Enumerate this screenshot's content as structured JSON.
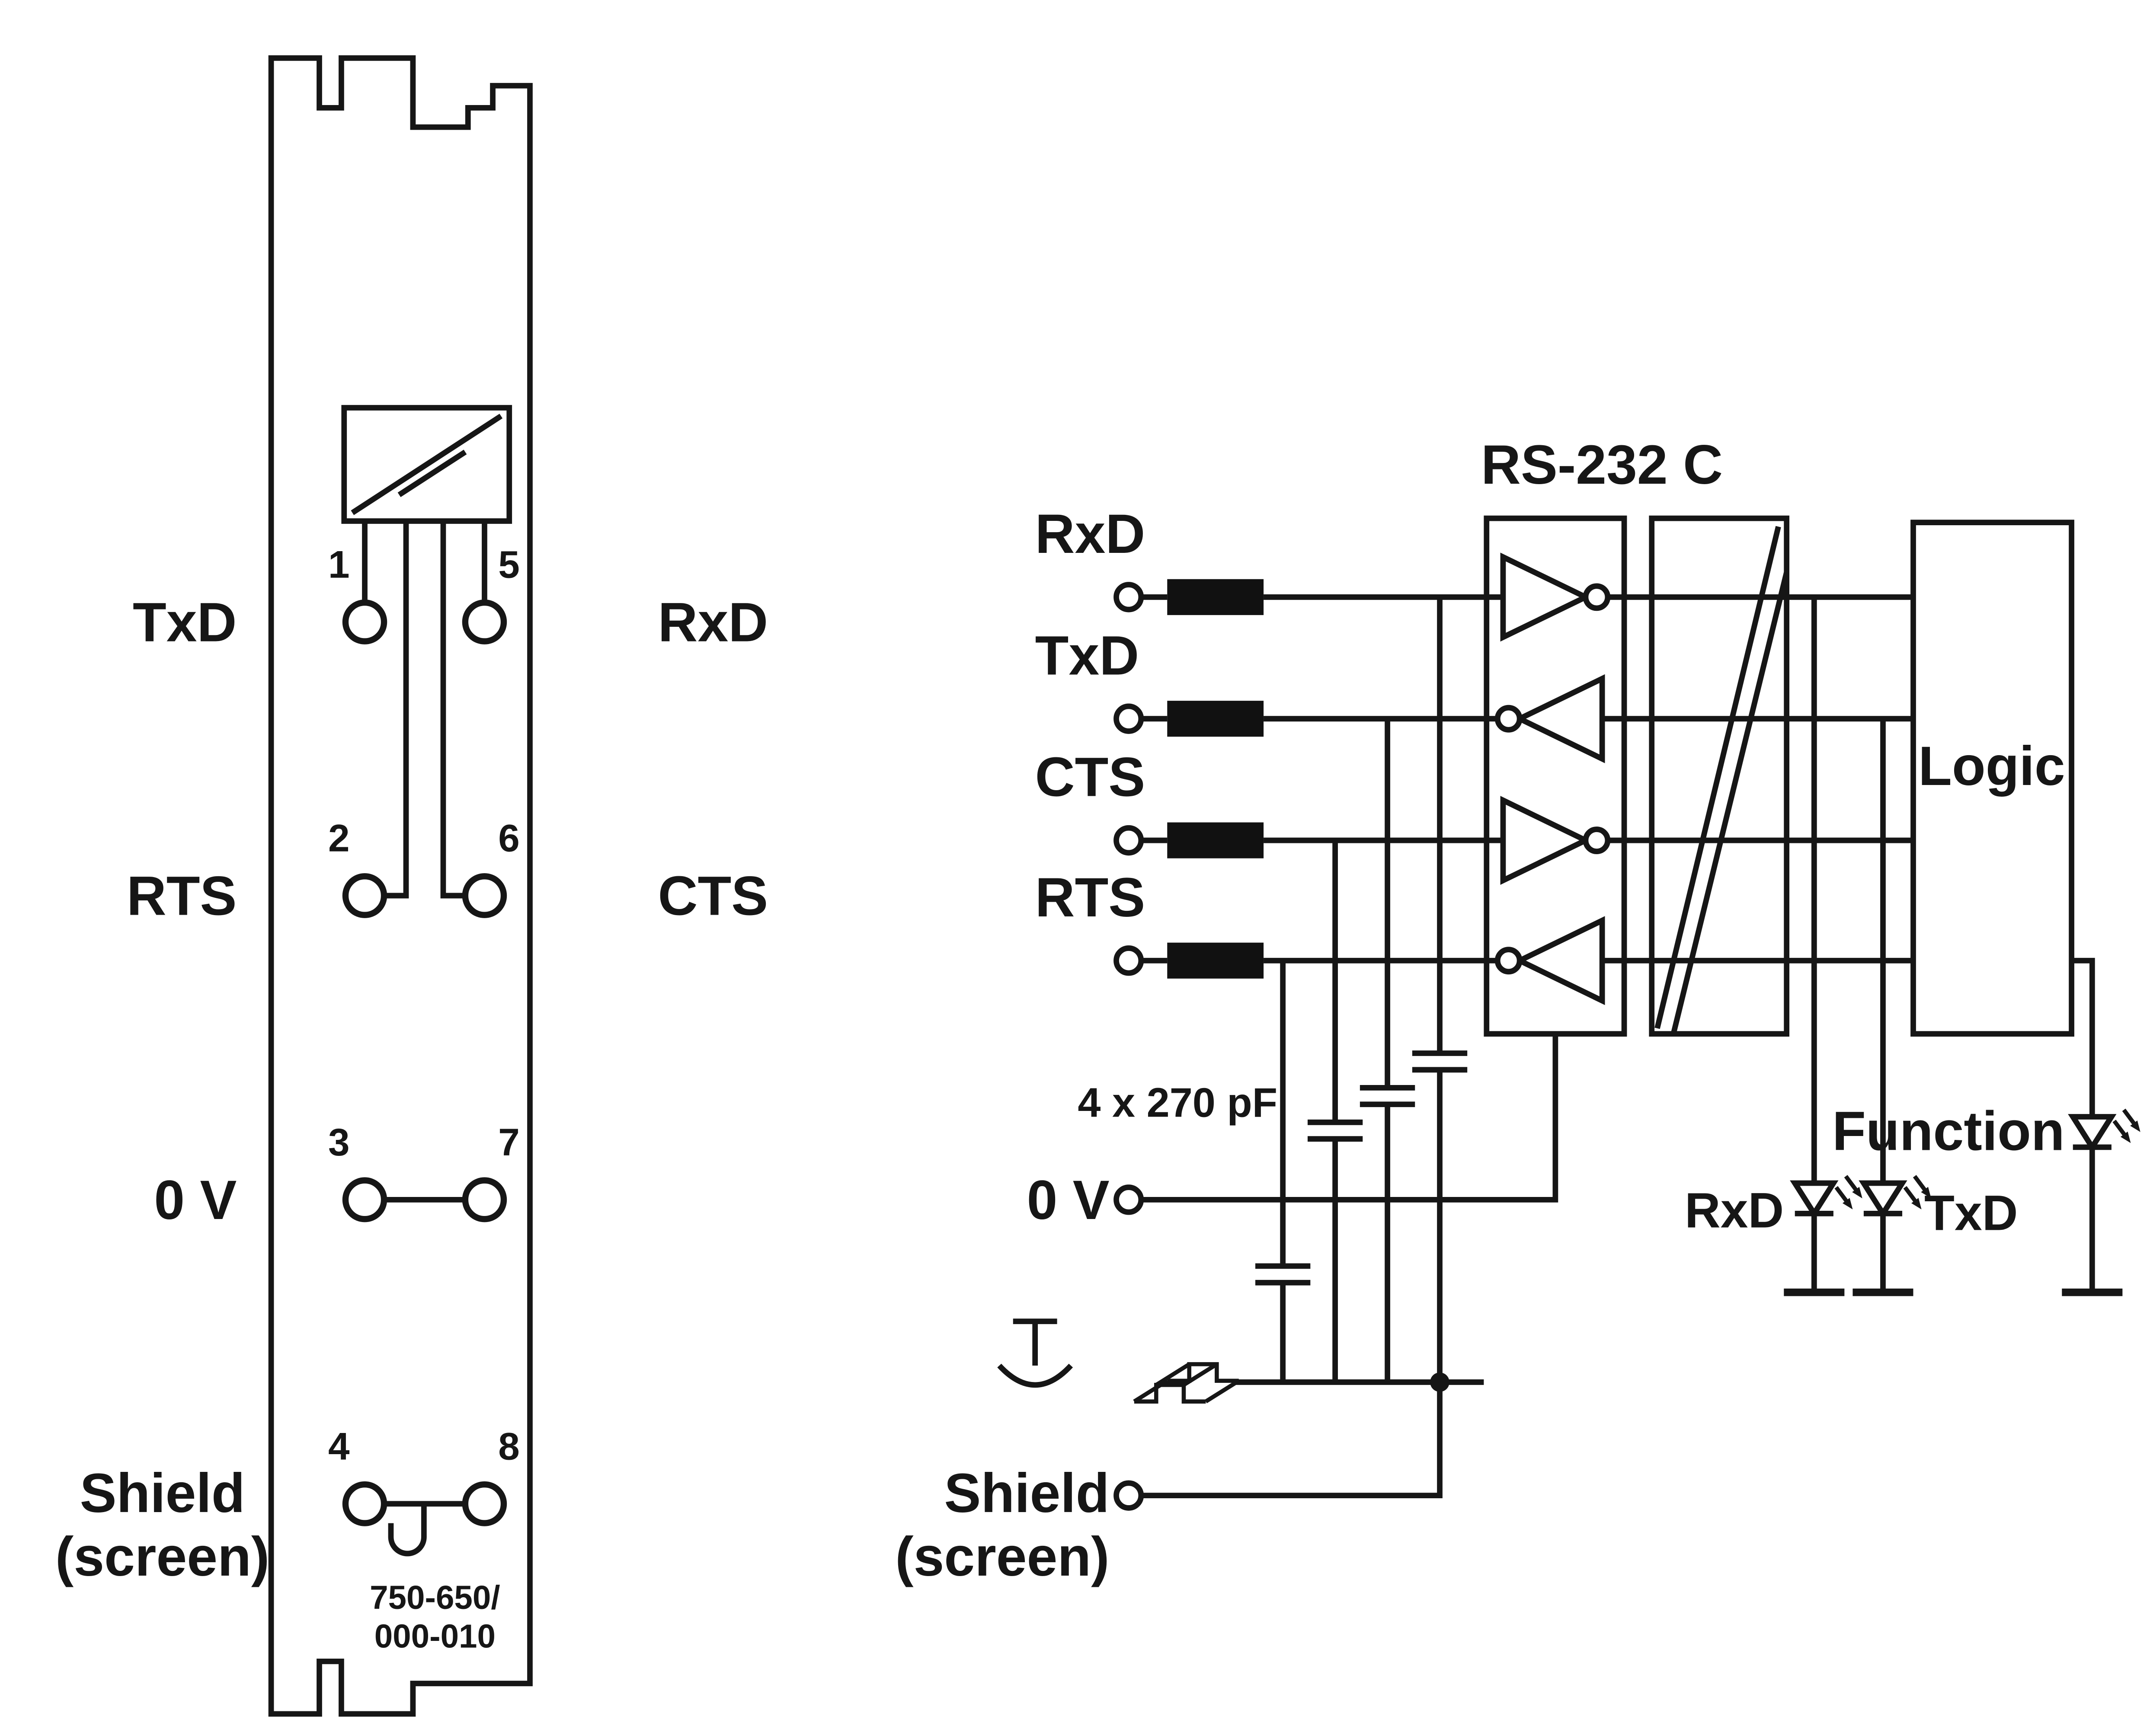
{
  "colors": {
    "line": "#161616",
    "text": "#161616",
    "component_fill": "#111111",
    "background": "#ffffff"
  },
  "module": {
    "part_number_line1": "750-650/",
    "part_number_line2": "000-010",
    "pin_numbers": [
      "1",
      "2",
      "3",
      "4",
      "5",
      "6",
      "7",
      "8"
    ],
    "labels": {
      "txd": "TxD",
      "rts": "RTS",
      "zero_v": "0 V",
      "shield": "Shield",
      "screen": "(screen)",
      "rxd": "RxD",
      "cts": "CTS"
    }
  },
  "schematic": {
    "signals": {
      "rxd": "RxD",
      "txd": "TxD",
      "cts": "CTS",
      "rts": "RTS",
      "zero_v": "0 V",
      "shield": "Shield",
      "screen": "(screen)"
    },
    "driver_label": "RS-232 C",
    "logic_label": "Logic",
    "capacitor_label": "4 x 270 pF",
    "leds": {
      "function": "Function",
      "rxd": "RxD",
      "txd": "TxD"
    }
  }
}
